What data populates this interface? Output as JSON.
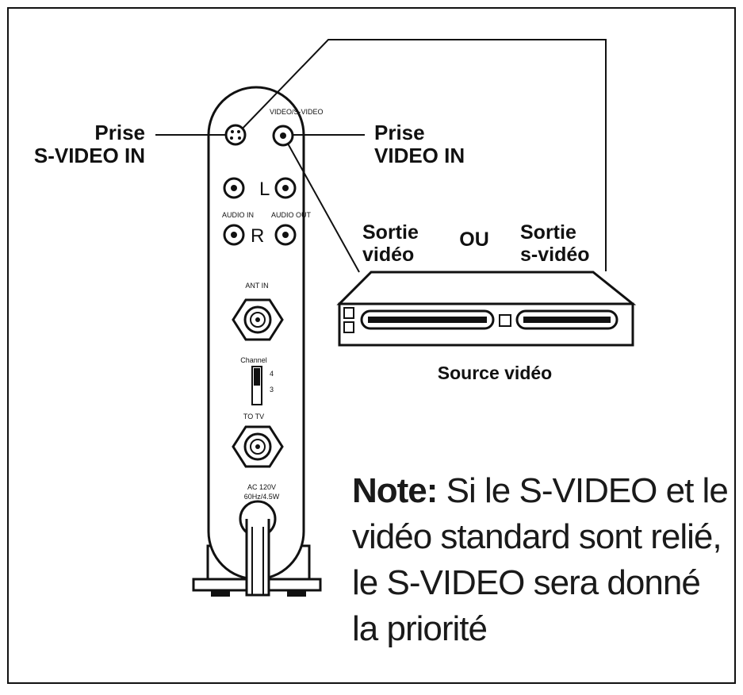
{
  "labels": {
    "svideo_in_line1": "Prise",
    "svideo_in_line2": "S-VIDEO IN",
    "video_in_line1": "Prise",
    "video_in_line2": "VIDEO IN",
    "sortie_video_line1": "Sortie",
    "sortie_video_line2": "vidéo",
    "ou": "OU",
    "sortie_svideo_line1": "Sortie",
    "sortie_svideo_line2": "s-vidéo",
    "source": "Source vidéo"
  },
  "panel": {
    "video_svideo": "VIDEO/S-VIDEO",
    "left": "L",
    "right": "R",
    "audio_in": "AUDIO IN",
    "audio_out": "AUDIO OUT",
    "ant_in": "ANT IN",
    "channel": "Channel",
    "ch4": "4",
    "ch3": "3",
    "to_tv": "TO TV",
    "power_line1": "AC 120V",
    "power_line2": "60Hz/4.5W"
  },
  "note": {
    "heading": "Note:",
    "text": "Si le S-VIDEO et le vidéo standard sont relié, le S-VIDEO sera donné la priorité"
  }
}
